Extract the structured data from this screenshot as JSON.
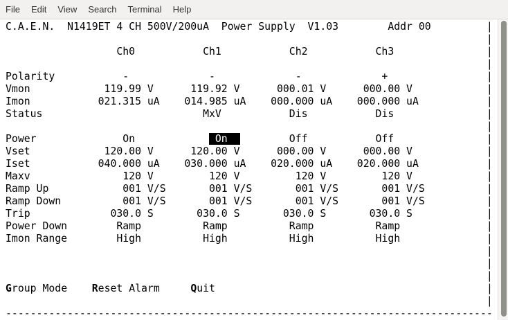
{
  "menu": {
    "items": [
      {
        "label": "File"
      },
      {
        "label": "Edit"
      },
      {
        "label": "View"
      },
      {
        "label": "Search"
      },
      {
        "label": "Terminal"
      },
      {
        "label": "Help"
      }
    ]
  },
  "terminal": {
    "title_line": "C.A.E.N.  N1419ET 4 CH 500V/200uA  Power Supply  V1.03        Addr 00",
    "channels": [
      "Ch0",
      "Ch1",
      "Ch2",
      "Ch3"
    ],
    "groups": [
      [
        {
          "label": "Polarity",
          "type": "text",
          "values": [
            "-",
            "-",
            "-",
            "+"
          ]
        },
        {
          "label": "Vmon",
          "type": "num",
          "values": [
            [
              "119.99",
              "V"
            ],
            [
              "119.92",
              "V"
            ],
            [
              "000.01",
              "V"
            ],
            [
              "000.00",
              "V"
            ]
          ]
        },
        {
          "label": "Imon",
          "type": "num",
          "values": [
            [
              "021.315",
              "uA"
            ],
            [
              "014.985",
              "uA"
            ],
            [
              "000.000",
              "uA"
            ],
            [
              "000.000",
              "uA"
            ]
          ]
        },
        {
          "label": "Status",
          "type": "text",
          "values": [
            "",
            "MxV",
            "Dis",
            "Dis"
          ]
        }
      ],
      [
        {
          "label": "Power",
          "type": "text",
          "values": [
            "On",
            "On",
            "Off",
            "Off"
          ],
          "highlight": 1
        },
        {
          "label": "Vset",
          "type": "num",
          "values": [
            [
              "120.00",
              "V"
            ],
            [
              "120.00",
              "V"
            ],
            [
              "000.00",
              "V"
            ],
            [
              "000.00",
              "V"
            ]
          ]
        },
        {
          "label": "Iset",
          "type": "num",
          "values": [
            [
              "040.000",
              "uA"
            ],
            [
              "030.000",
              "uA"
            ],
            [
              "020.000",
              "uA"
            ],
            [
              "020.000",
              "uA"
            ]
          ]
        },
        {
          "label": "Maxv",
          "type": "num",
          "values": [
            [
              "120",
              "V"
            ],
            [
              "120",
              "V"
            ],
            [
              "120",
              "V"
            ],
            [
              "120",
              "V"
            ]
          ]
        },
        {
          "label": "Ramp Up",
          "type": "num",
          "values": [
            [
              "001",
              "V/S"
            ],
            [
              "001",
              "V/S"
            ],
            [
              "001",
              "V/S"
            ],
            [
              "001",
              "V/S"
            ]
          ]
        },
        {
          "label": "Ramp Down",
          "type": "num",
          "values": [
            [
              "001",
              "V/S"
            ],
            [
              "001",
              "V/S"
            ],
            [
              "001",
              "V/S"
            ],
            [
              "001",
              "V/S"
            ]
          ]
        },
        {
          "label": "Trip",
          "type": "num",
          "values": [
            [
              "030.0",
              "S"
            ],
            [
              "030.0",
              "S"
            ],
            [
              "030.0",
              "S"
            ],
            [
              "030.0",
              "S"
            ]
          ]
        },
        {
          "label": "Power Down",
          "type": "text",
          "values": [
            "Ramp",
            "Ramp",
            "Ramp",
            "Ramp"
          ]
        },
        {
          "label": "Imon Range",
          "type": "text",
          "values": [
            "High",
            "High",
            "High",
            "High"
          ]
        }
      ]
    ],
    "commands": [
      {
        "label": "Group Mode"
      },
      {
        "label": "Reset Alarm"
      },
      {
        "label": "Quit"
      }
    ],
    "border_pipe": "|",
    "border_dash": "-"
  },
  "colors": {
    "highlight_bg": "#000000",
    "highlight_fg": "#ffffff",
    "menubar_bg": "#f2f1f0",
    "terminal_bg": "#ffffff",
    "terminal_fg": "#000000"
  }
}
